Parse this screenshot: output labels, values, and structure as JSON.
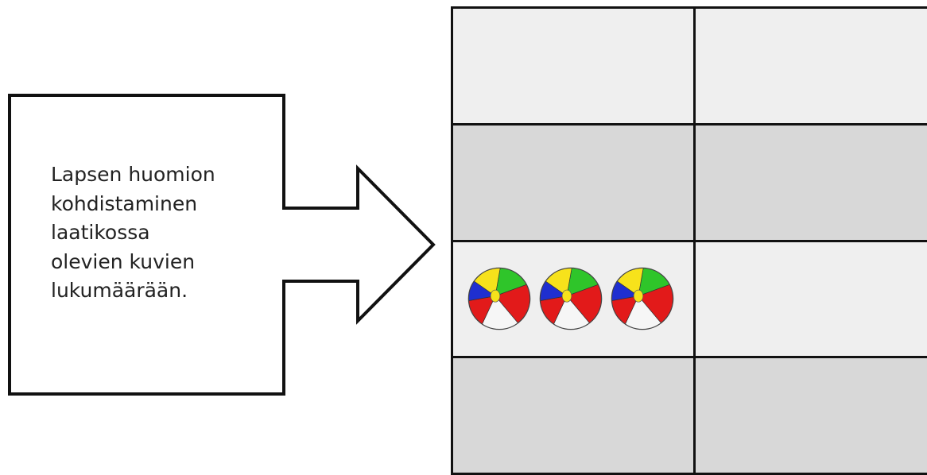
{
  "callout": {
    "lines": [
      "Lapsen huomion",
      "kohdistaminen",
      "laatikossa",
      "olevien kuvien",
      "lukumäärään."
    ]
  },
  "grid": {
    "rows": [
      {
        "tone": "light",
        "cells": [
          {
            "balls": 0
          },
          {
            "balls": 0
          }
        ]
      },
      {
        "tone": "dark",
        "cells": [
          {
            "balls": 0
          },
          {
            "balls": 0
          }
        ]
      },
      {
        "tone": "light",
        "cells": [
          {
            "balls": 3
          },
          {
            "balls": 0
          }
        ]
      },
      {
        "tone": "dark",
        "cells": [
          {
            "balls": 0
          },
          {
            "balls": 0
          }
        ]
      }
    ]
  },
  "icons": {
    "ball": "beach-ball-icon"
  },
  "colors": {
    "line": "#111111",
    "light_cell": "#efefef",
    "dark_cell": "#d8d8d8",
    "ball_red": "#e21a1a",
    "ball_green": "#2fc52a",
    "ball_yellow": "#f7e21b",
    "ball_blue": "#1f2fd0",
    "ball_white": "#f6f6f6"
  }
}
